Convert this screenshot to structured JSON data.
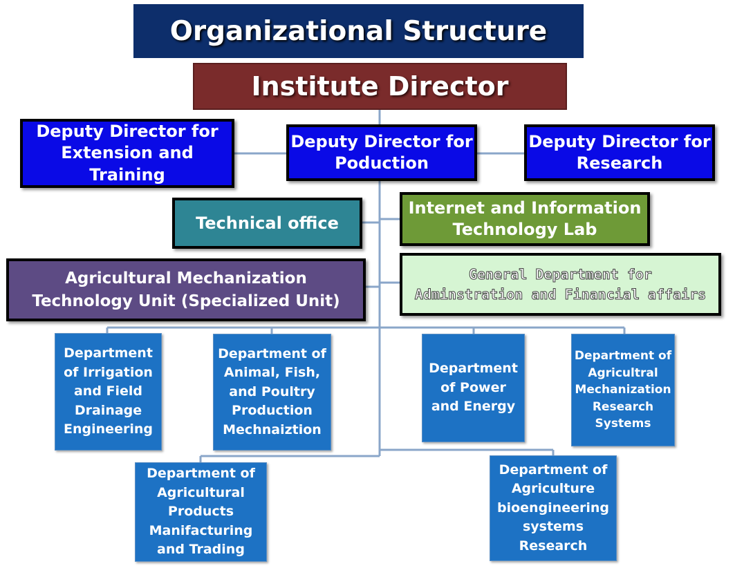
{
  "title": "Organizational Structure",
  "director": "Institute Director",
  "deputies": {
    "extension": [
      "Deputy Director for",
      "Extension and",
      "Training"
    ],
    "production": [
      "Deputy Director for",
      "Poduction"
    ],
    "research": [
      "Deputy Director for",
      "Research"
    ]
  },
  "units": {
    "technical_office": "Technical office",
    "it_lab": [
      "Internet and Information",
      "Technology Lab"
    ],
    "mechanization_unit": [
      "Agricultural Mechanization",
      "Technology Unit (Specialized Unit)"
    ],
    "admin_finance": [
      "General Department for",
      "Adminstration and Financial affairs"
    ]
  },
  "departments": {
    "irrigation": [
      "Department",
      "of Irrigation",
      "and Field",
      "Drainage",
      "Engineering"
    ],
    "animal": [
      "Department of",
      "Animal, Fish,",
      "and Poultry",
      "Production",
      "Mechnaiztion"
    ],
    "power": [
      "Department",
      "of Power",
      "and Energy"
    ],
    "mech_research": [
      "Department of",
      "Agricultral",
      "Mechanization",
      "Research",
      "Systems"
    ],
    "products": [
      "Department of",
      "Agricultural",
      "Products",
      "Manifacturing",
      "and Trading"
    ],
    "bioengineering": [
      "Department of",
      "Agriculture",
      "bioengineering",
      "systems",
      "Research"
    ]
  },
  "colors": {
    "title_bg": "#0d2e6b",
    "director_bg": "#7a2b2b",
    "deputy_bg": "#0a0ae6",
    "technical_bg": "#2e8594",
    "it_lab_bg": "#6e9a37",
    "mechanization_bg": "#5d4b84",
    "admin_bg": "#d6f5d3",
    "department_bg": "#1d72c4",
    "connector": "#8aa6c9"
  }
}
